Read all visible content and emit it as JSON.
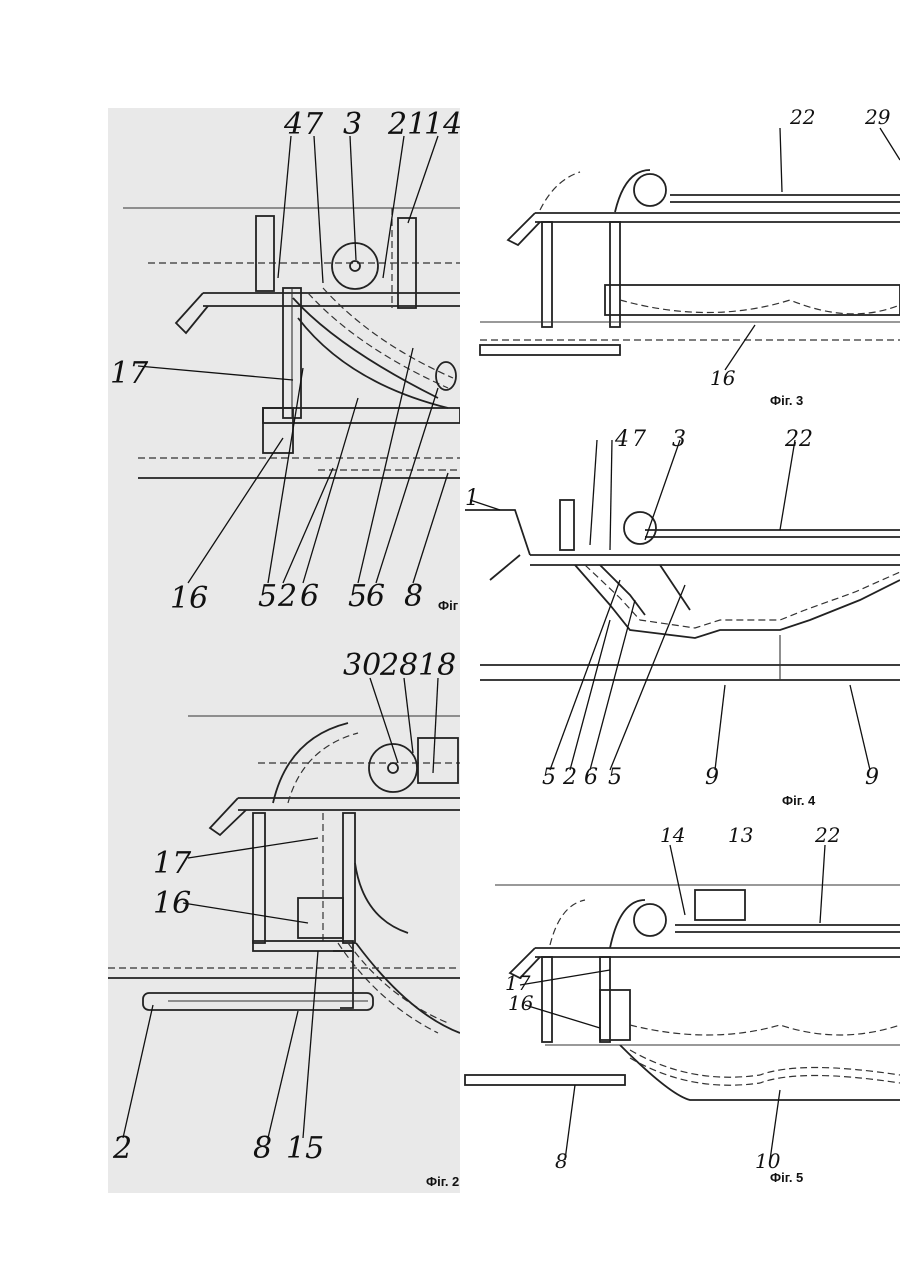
{
  "figures": {
    "fig1": {
      "caption": "Фіг",
      "labels": {
        "l4": "4",
        "l7": "7",
        "l3": "3",
        "l21": "21",
        "l14": "14",
        "l17": "17",
        "l16": "16",
        "l5a": "5",
        "l2": "2",
        "l6a": "6",
        "l5b": "5",
        "l6b": "6",
        "l8": "8"
      }
    },
    "fig2": {
      "caption": "Фіг. 2",
      "labels": {
        "l30": "30",
        "l28": "28",
        "l18": "18",
        "l17": "17",
        "l16": "16",
        "l2": "2",
        "l8": "8",
        "l15": "15"
      }
    },
    "fig3": {
      "caption": "Фіг. 3",
      "labels": {
        "l22": "22",
        "l29": "29",
        "l16": "16"
      }
    },
    "fig4": {
      "caption": "Фіг. 4",
      "labels": {
        "l4": "4",
        "l7": "7",
        "l3": "3",
        "l22": "22",
        "l1": "1",
        "l5a": "5",
        "l2": "2",
        "l6": "6",
        "l5b": "5",
        "l9a": "9",
        "l9b": "9"
      }
    },
    "fig5": {
      "caption": "Фіг. 5",
      "labels": {
        "l14": "14",
        "l13": "13",
        "l22": "22",
        "l17": "17",
        "l16": "16",
        "l8": "8",
        "l10": "10"
      }
    }
  }
}
